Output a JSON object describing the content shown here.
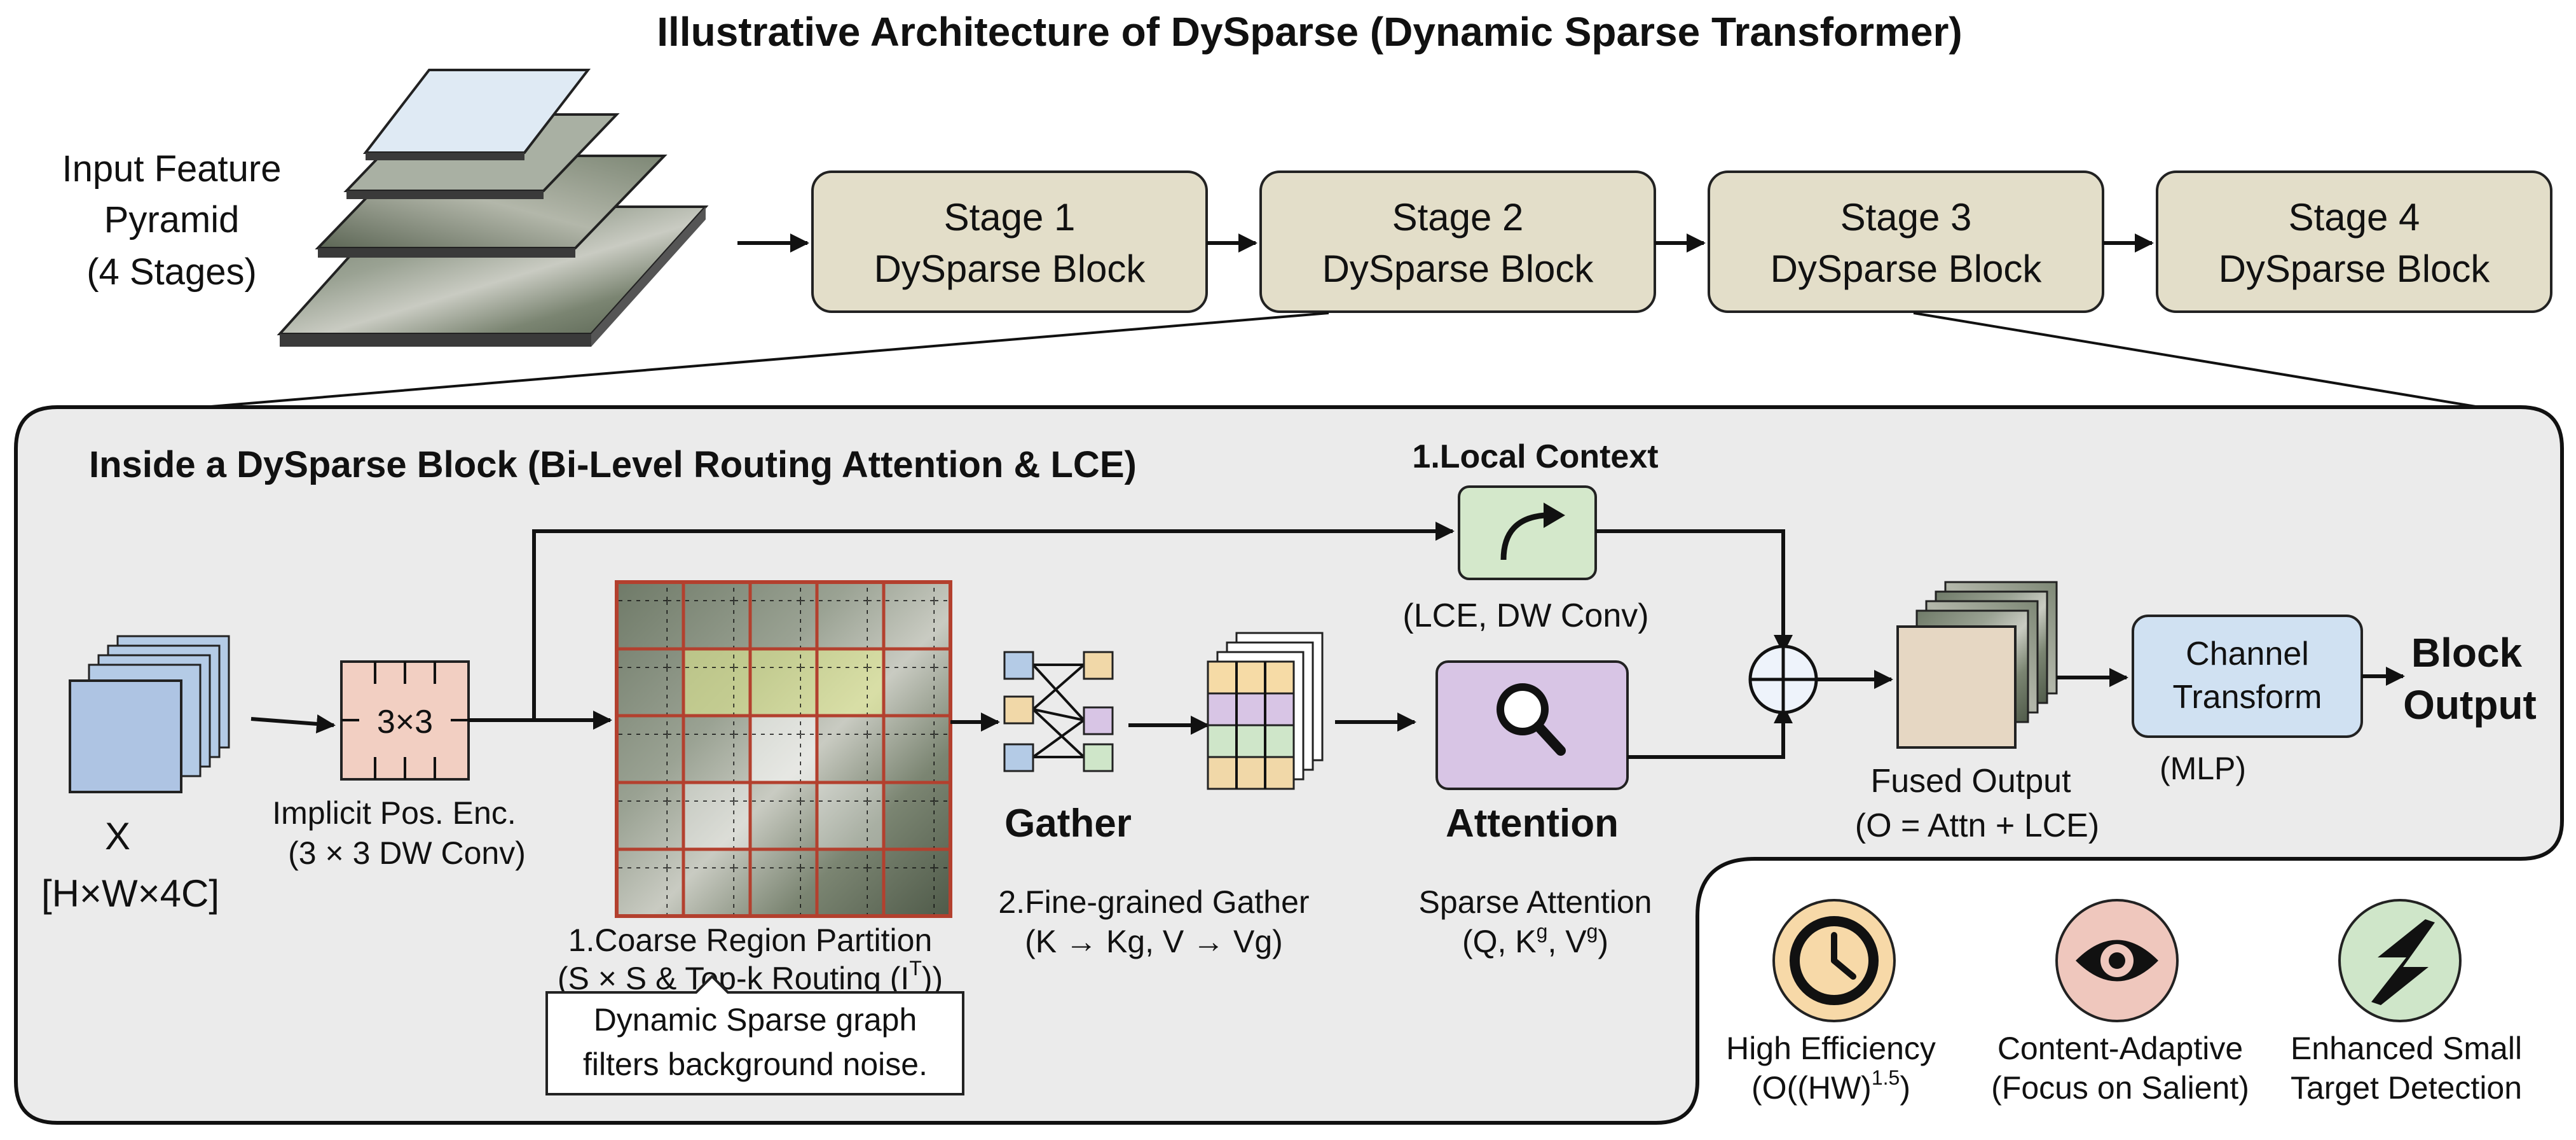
{
  "title": "Illustrative Architecture of DySparse (Dynamic Sparse Transformer)",
  "input": {
    "label_line1": "Input Feature",
    "label_line2": "Pyramid",
    "label_line3": "(4 Stages)"
  },
  "stages": [
    {
      "line1": "Stage 1",
      "line2": "DySparse Block"
    },
    {
      "line1": "Stage 2",
      "line2": "DySparse Block"
    },
    {
      "line1": "Stage 3",
      "line2": "DySparse Block"
    },
    {
      "line1": "Stage 4",
      "line2": "DySparse Block"
    }
  ],
  "block": {
    "title": "Inside a DySparse Block  (Bi-Level Routing Attention & LCE)",
    "x_label": "X",
    "x_shape": "[H×W×4C]",
    "conv_kernel": "3×3",
    "pos_enc_line1": "Implicit Pos. Enc.",
    "pos_enc_line2": "(3 × 3 DW Conv)",
    "partition_line1": "1.Coarse Region Partition",
    "partition_line2": "(S × S & Top-k Routing (I",
    "partition_sup": "T",
    "partition_end": "))",
    "callout_line1": "Dynamic Sparse graph",
    "callout_line2": "filters background noise.",
    "gather_title": "Gather",
    "gather_line1": "2.Fine-grained Gather",
    "gather_line2": "(K → Kg, V → Vg)",
    "local_title": "1.Local Context",
    "local_sub": "(LCE, DW Conv)",
    "attention_title": "Attention",
    "attention_line1": "Sparse Attention",
    "attention_line2_a": "(Q, K",
    "attention_sup1": "g",
    "attention_line2_b": ", V",
    "attention_sup2": "g",
    "attention_line2_c": ")",
    "fused_line1": "Fused Output",
    "fused_line2": "(O = Attn + LCE)",
    "channel_line1": "Channel",
    "channel_line2": "Transform",
    "mlp": "(MLP)",
    "output_line1": "Block",
    "output_line2": "Output"
  },
  "benefits": [
    {
      "line1": "High Efficiency",
      "line2": "(O((HW)",
      "sup": "1.5",
      "line2_end": ")",
      "icon": "clock-icon",
      "color": "#f7d9a8"
    },
    {
      "line1": "Content-Adaptive",
      "line2": "(Focus on Salient)",
      "icon": "eye-icon",
      "color": "#efc7bd"
    },
    {
      "line1": "Enhanced Small",
      "line2": "Target Detection",
      "icon": "bolt-icon",
      "color": "#cfe6c9"
    }
  ]
}
